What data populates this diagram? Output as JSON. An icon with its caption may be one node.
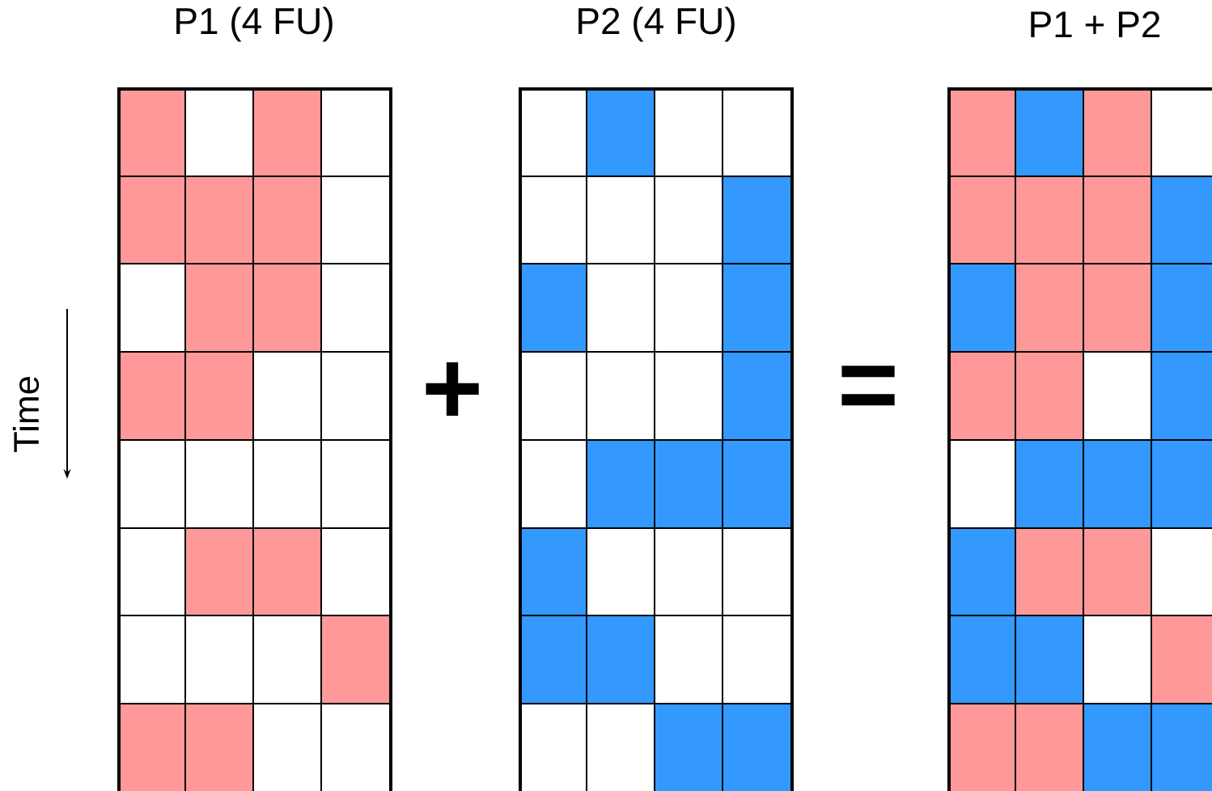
{
  "diagram": {
    "nodes": [
      {
        "text": [
          "P1 (4 FU)"
        ]
      },
      {
        "text": [
          "P2 (4 FU)"
        ]
      },
      {
        "text": [
          "P1 + P2"
        ]
      }
    ],
    "labels": [
      "Time",
      "+",
      "="
    ]
  }
}
